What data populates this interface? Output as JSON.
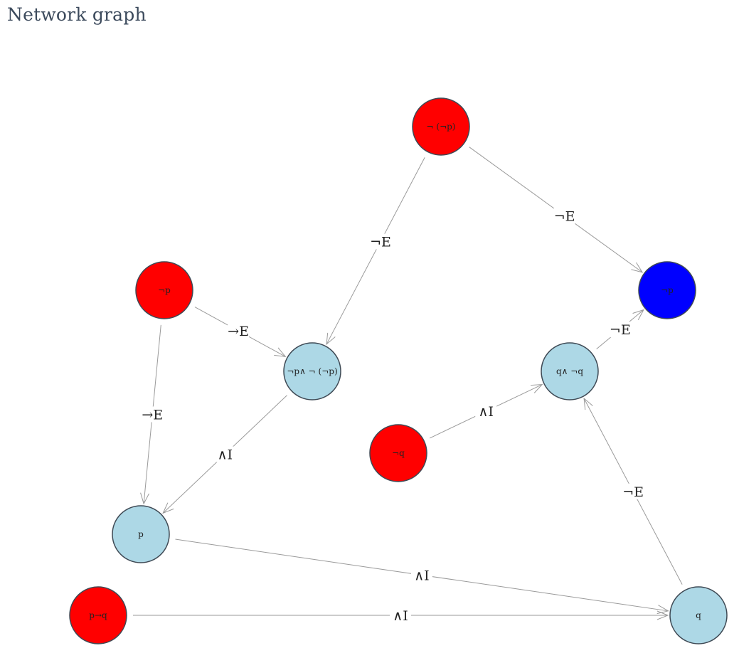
{
  "header": {
    "title": "Network graph"
  },
  "colors": {
    "premise": "#ff0000",
    "derived": "#add8e6",
    "conclusion": "#0000ff",
    "node_stroke": "#3f4a55",
    "edge": "#9a9a9a"
  },
  "graph": {
    "nodes": [
      {
        "id": "nnp",
        "label": "¬ (¬p)",
        "kind": "premise"
      },
      {
        "id": "np_top",
        "label": "¬p",
        "kind": "conclusion"
      },
      {
        "id": "np_left",
        "label": "¬p",
        "kind": "premise"
      },
      {
        "id": "conj1",
        "label": "¬p∧ ¬ (¬p)",
        "kind": "derived"
      },
      {
        "id": "conj2",
        "label": "q∧ ¬q",
        "kind": "derived"
      },
      {
        "id": "nq",
        "label": "¬q",
        "kind": "premise"
      },
      {
        "id": "p",
        "label": "p",
        "kind": "derived"
      },
      {
        "id": "ptoq",
        "label": "p→q",
        "kind": "premise"
      },
      {
        "id": "q",
        "label": "q",
        "kind": "derived"
      }
    ],
    "edges": [
      {
        "from": "nnp",
        "to": "np_top",
        "label": "¬E"
      },
      {
        "from": "nnp",
        "to": "conj1",
        "label": "¬E"
      },
      {
        "from": "np_left",
        "to": "conj1",
        "label": "→E"
      },
      {
        "from": "np_left",
        "to": "p",
        "label": "→E"
      },
      {
        "from": "conj1",
        "to": "p",
        "label": "∧I"
      },
      {
        "from": "conj2",
        "to": "np_top",
        "label": "¬E"
      },
      {
        "from": "nq",
        "to": "conj2",
        "label": "∧I"
      },
      {
        "from": "q",
        "to": "conj2",
        "label": "¬E"
      },
      {
        "from": "p",
        "to": "q",
        "label": "∧I"
      },
      {
        "from": "ptoq",
        "to": "q",
        "label": "∧I"
      }
    ]
  }
}
